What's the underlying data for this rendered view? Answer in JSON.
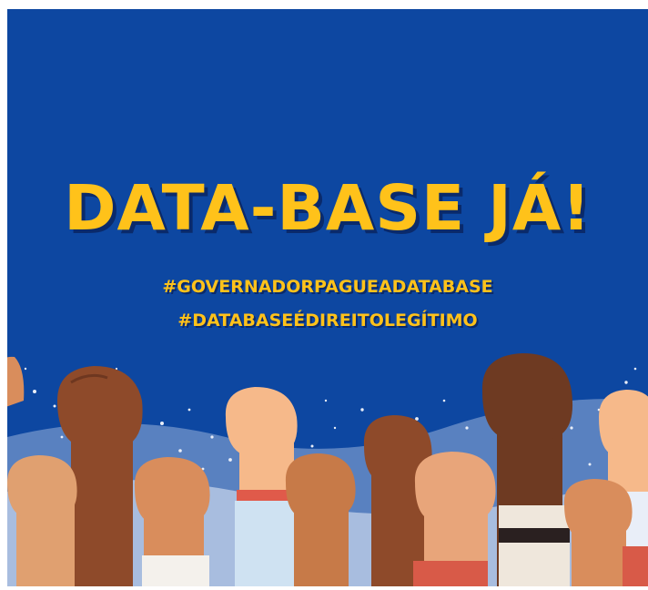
{
  "poster": {
    "headline": "DATA-BASE JÁ!",
    "hashtags": [
      "#GOVERNADORPAGUEADATABASE",
      "#DATABASEÉDIREITOLEGÍTIMO"
    ]
  },
  "colors": {
    "background": "#0d47a1",
    "text": "#ffc21a",
    "text_shadow": "#0a2a6b",
    "speckle": "#e9eef8"
  },
  "illustration": {
    "subject": "raised-fists-crowd",
    "icon": "raised-fist-icon"
  }
}
